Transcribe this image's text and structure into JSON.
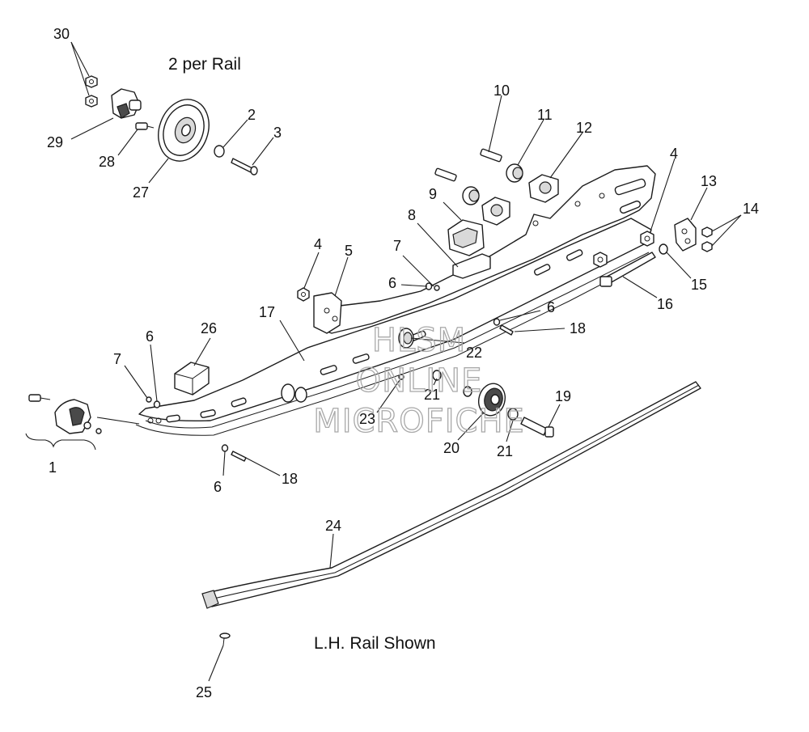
{
  "captions": {
    "top": "2 per Rail",
    "bottom": "L.H. Rail Shown"
  },
  "watermark": {
    "line1": "HLSM",
    "line2": "ONLINE",
    "line3": "MICROFICHE"
  },
  "callouts": [
    {
      "id": "c1",
      "label": "1"
    },
    {
      "id": "c2",
      "label": "2"
    },
    {
      "id": "c3",
      "label": "3"
    },
    {
      "id": "c4a",
      "label": "4"
    },
    {
      "id": "c4b",
      "label": "4"
    },
    {
      "id": "c5",
      "label": "5"
    },
    {
      "id": "c6a",
      "label": "6"
    },
    {
      "id": "c6b",
      "label": "6"
    },
    {
      "id": "c6c",
      "label": "6"
    },
    {
      "id": "c6d",
      "label": "6"
    },
    {
      "id": "c7a",
      "label": "7"
    },
    {
      "id": "c7b",
      "label": "7"
    },
    {
      "id": "c8",
      "label": "8"
    },
    {
      "id": "c9",
      "label": "9"
    },
    {
      "id": "c10",
      "label": "10"
    },
    {
      "id": "c11",
      "label": "11"
    },
    {
      "id": "c12",
      "label": "12"
    },
    {
      "id": "c13",
      "label": "13"
    },
    {
      "id": "c14",
      "label": "14"
    },
    {
      "id": "c15",
      "label": "15"
    },
    {
      "id": "c16",
      "label": "16"
    },
    {
      "id": "c17",
      "label": "17"
    },
    {
      "id": "c18a",
      "label": "18"
    },
    {
      "id": "c18b",
      "label": "18"
    },
    {
      "id": "c19",
      "label": "19"
    },
    {
      "id": "c20",
      "label": "20"
    },
    {
      "id": "c21a",
      "label": "21"
    },
    {
      "id": "c21b",
      "label": "21"
    },
    {
      "id": "c22",
      "label": "22"
    },
    {
      "id": "c23",
      "label": "23"
    },
    {
      "id": "c24",
      "label": "24"
    },
    {
      "id": "c25",
      "label": "25"
    },
    {
      "id": "c26",
      "label": "26"
    },
    {
      "id": "c27",
      "label": "27"
    },
    {
      "id": "c28",
      "label": "28"
    },
    {
      "id": "c29",
      "label": "29"
    },
    {
      "id": "c30",
      "label": "30"
    }
  ]
}
